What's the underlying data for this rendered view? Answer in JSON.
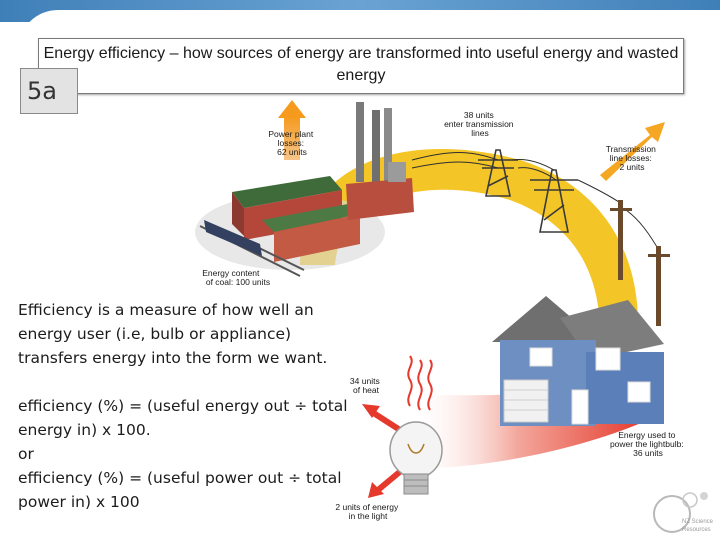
{
  "slide": {
    "title": "Energy efficiency – how sources of energy are transformed into useful energy and wasted energy",
    "badge": "5a"
  },
  "diagram": {
    "power_plant_losses": [
      "Power plant",
      "losses:",
      "62 units"
    ],
    "energy_content": [
      "Energy content",
      "of coal: 100 units"
    ],
    "transmission_enter": [
      "38 units",
      "enter transmission",
      "lines"
    ],
    "transmission_losses": [
      "Transmission",
      "line losses:",
      "2 units"
    ],
    "heat_units": [
      "34 units",
      "of heat"
    ],
    "energy_used": [
      "Energy used to",
      "power the lightbulb:",
      "36 units"
    ],
    "light_units": [
      "2 units of energy",
      "in the light"
    ]
  },
  "body": {
    "definition": "Efficiency is a measure of how well an energy user (i.e, bulb or appliance) transfers energy into the form we want.",
    "formula_energy": "efficiency (%) = (useful energy out ÷ total energy in) x 100.",
    "or_text": "or",
    "formula_power": "efficiency (%) = (useful power out ÷ total power in) x 100"
  },
  "logo": {
    "lines": [
      "NZ Science",
      "Resources"
    ]
  },
  "colors": {
    "band": "#4a8ac4",
    "arrow_yellow": "#f2c21a",
    "arrow_orange": "#f59a1c",
    "arrow_red": "#e5392c",
    "brick": "#b5473a",
    "roof_green": "#3f6b3a",
    "house_blue": "#5b7fb8"
  }
}
